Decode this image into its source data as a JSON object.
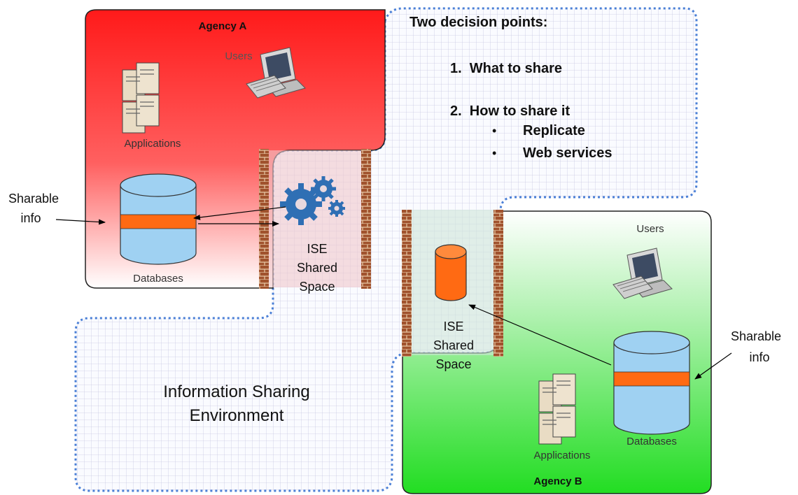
{
  "agency_a": {
    "title": "Agency A",
    "users_label": "Users",
    "applications_label": "Applications",
    "databases_label": "Databases"
  },
  "agency_b": {
    "title": "Agency B",
    "users_label": "Users",
    "applications_label": "Applications",
    "databases_label": "Databases"
  },
  "shared_space_a": {
    "line1": "ISE",
    "line2": "Shared",
    "line3": "Space"
  },
  "shared_space_b": {
    "line1": "ISE",
    "line2": "Shared",
    "line3": "Space"
  },
  "sharable_left": {
    "line1": "Sharable",
    "line2": "info"
  },
  "sharable_right": {
    "line1": "Sharable",
    "line2": "info"
  },
  "decision": {
    "heading": "Two decision points:",
    "point1": "1.  What to share",
    "point2": "2.  How to share it",
    "bullet_glyph": "•",
    "bullet1": "Replicate",
    "bullet2": "Web services"
  },
  "environment": {
    "line1": "Information Sharing",
    "line2": "Environment"
  },
  "colors": {
    "agency_a": "#ff1a1a",
    "agency_b": "#22dd22",
    "dashed_border": "#4a7fd6",
    "grid_line": "#c9c9e3",
    "db_body": "#9fd1f2",
    "db_band": "#ff6a13",
    "brick": "#a0522d",
    "gear": "#2f6fb4"
  }
}
